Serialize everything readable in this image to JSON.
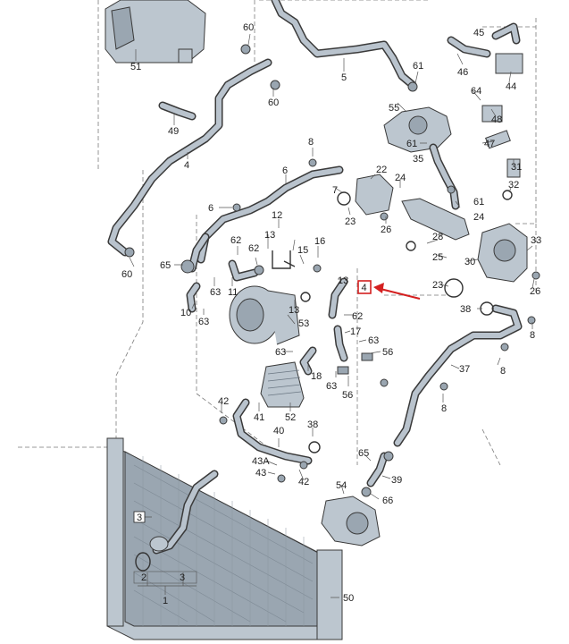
{
  "labels": [
    {
      "id": "l51",
      "text": "51"
    },
    {
      "id": "l60a",
      "text": "60"
    },
    {
      "id": "l60b",
      "text": "60"
    },
    {
      "id": "l5",
      "text": "5"
    },
    {
      "id": "l45",
      "text": "45"
    },
    {
      "id": "l61a",
      "text": "61"
    },
    {
      "id": "l46",
      "text": "46"
    },
    {
      "id": "l44",
      "text": "44"
    },
    {
      "id": "l49",
      "text": "49"
    },
    {
      "id": "l4a",
      "text": "4"
    },
    {
      "id": "l55",
      "text": "55"
    },
    {
      "id": "l64",
      "text": "64"
    },
    {
      "id": "l48",
      "text": "48"
    },
    {
      "id": "l8a",
      "text": "8"
    },
    {
      "id": "l61b",
      "text": "61"
    },
    {
      "id": "l47",
      "text": "47"
    },
    {
      "id": "l35",
      "text": "35"
    },
    {
      "id": "l31",
      "text": "31"
    },
    {
      "id": "l6a",
      "text": "6"
    },
    {
      "id": "l22",
      "text": "22"
    },
    {
      "id": "l7",
      "text": "7"
    },
    {
      "id": "l24a",
      "text": "24"
    },
    {
      "id": "l32",
      "text": "32"
    },
    {
      "id": "l6b",
      "text": "6"
    },
    {
      "id": "l12",
      "text": "12"
    },
    {
      "id": "l23a",
      "text": "23"
    },
    {
      "id": "l61c",
      "text": "61"
    },
    {
      "id": "l24b",
      "text": "24"
    },
    {
      "id": "l26a",
      "text": "26"
    },
    {
      "id": "l60c",
      "text": "60"
    },
    {
      "id": "l13a",
      "text": "13"
    },
    {
      "id": "l62a",
      "text": "62"
    },
    {
      "id": "l62b",
      "text": "62"
    },
    {
      "id": "l15",
      "text": "15"
    },
    {
      "id": "l16",
      "text": "16"
    },
    {
      "id": "l28",
      "text": "28"
    },
    {
      "id": "l33",
      "text": "33"
    },
    {
      "id": "l25",
      "text": "25"
    },
    {
      "id": "l30",
      "text": "30"
    },
    {
      "id": "l65a",
      "text": "65"
    },
    {
      "id": "l63a",
      "text": "63"
    },
    {
      "id": "l11",
      "text": "11"
    },
    {
      "id": "l13b",
      "text": "13"
    },
    {
      "id": "l4b",
      "text": "4"
    },
    {
      "id": "l23b",
      "text": "23"
    },
    {
      "id": "l26b",
      "text": "26"
    },
    {
      "id": "l10",
      "text": "10"
    },
    {
      "id": "l63b",
      "text": "63"
    },
    {
      "id": "l13c",
      "text": "13"
    },
    {
      "id": "l53",
      "text": "53"
    },
    {
      "id": "l62c",
      "text": "62"
    },
    {
      "id": "l38a",
      "text": "38"
    },
    {
      "id": "l8b",
      "text": "8"
    },
    {
      "id": "l17",
      "text": "17"
    },
    {
      "id": "l63c",
      "text": "63"
    },
    {
      "id": "l63d",
      "text": "63"
    },
    {
      "id": "l56a",
      "text": "56"
    },
    {
      "id": "l18",
      "text": "18"
    },
    {
      "id": "l37",
      "text": "37"
    },
    {
      "id": "l8c",
      "text": "8"
    },
    {
      "id": "l63e",
      "text": "63"
    },
    {
      "id": "l56b",
      "text": "56"
    },
    {
      "id": "l42a",
      "text": "42"
    },
    {
      "id": "l41",
      "text": "41"
    },
    {
      "id": "l52",
      "text": "52"
    },
    {
      "id": "l8d",
      "text": "8"
    },
    {
      "id": "l38b",
      "text": "38"
    },
    {
      "id": "l40",
      "text": "40"
    },
    {
      "id": "l65b",
      "text": "65"
    },
    {
      "id": "l43A",
      "text": "43A"
    },
    {
      "id": "l43",
      "text": "43"
    },
    {
      "id": "l39",
      "text": "39"
    },
    {
      "id": "l42b",
      "text": "42"
    },
    {
      "id": "l54",
      "text": "54"
    },
    {
      "id": "l66",
      "text": "66"
    },
    {
      "id": "l3a",
      "text": "3"
    },
    {
      "id": "l2",
      "text": "2"
    },
    {
      "id": "l3b",
      "text": "3"
    },
    {
      "id": "l1",
      "text": "1"
    },
    {
      "id": "l50",
      "text": "50"
    }
  ],
  "highlight": {
    "text": "4",
    "color": "#d42020"
  },
  "arrow_color": "#d42020"
}
